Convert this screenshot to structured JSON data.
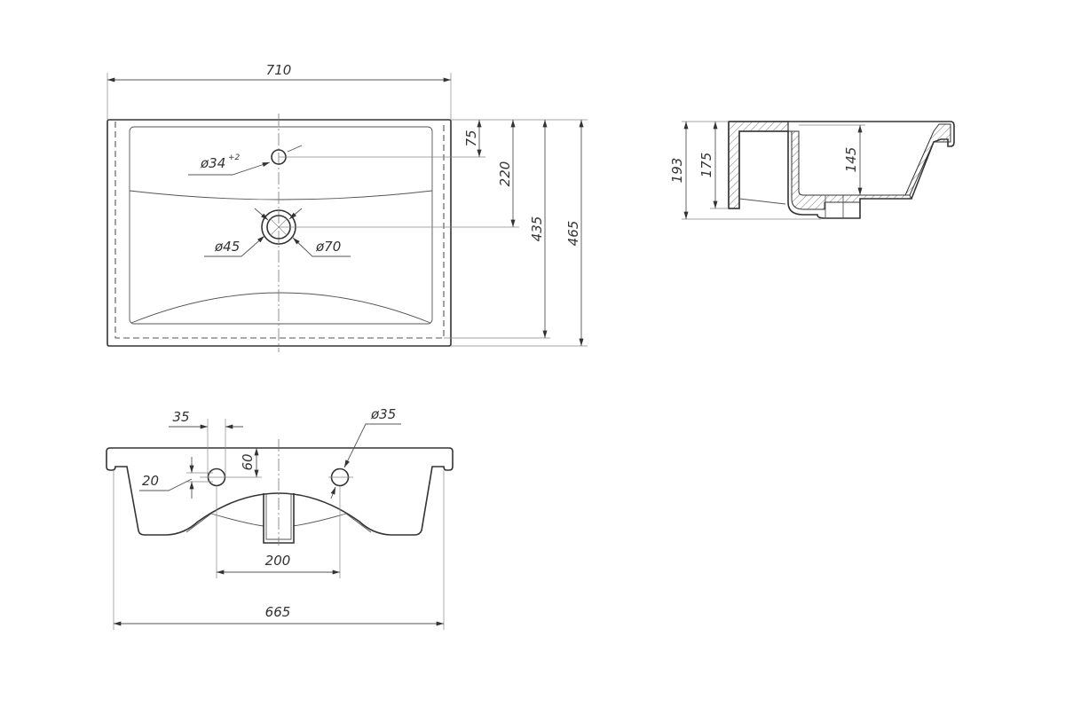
{
  "top_view": {
    "width": "710",
    "dim_75": "75",
    "dim_220": "220",
    "dim_435": "435",
    "dim_465": "465",
    "tap_hole": "ø34",
    "tap_hole_tol": "+2",
    "drain_inner": "ø45",
    "drain_outer": "ø70"
  },
  "side_view": {
    "dim_193": "193",
    "dim_175": "175",
    "dim_145": "145"
  },
  "front_view": {
    "dim_35": "35",
    "dim_60": "60",
    "dim_20": "20",
    "hole_diameter": "ø35",
    "dim_200": "200",
    "dim_665": "665"
  }
}
